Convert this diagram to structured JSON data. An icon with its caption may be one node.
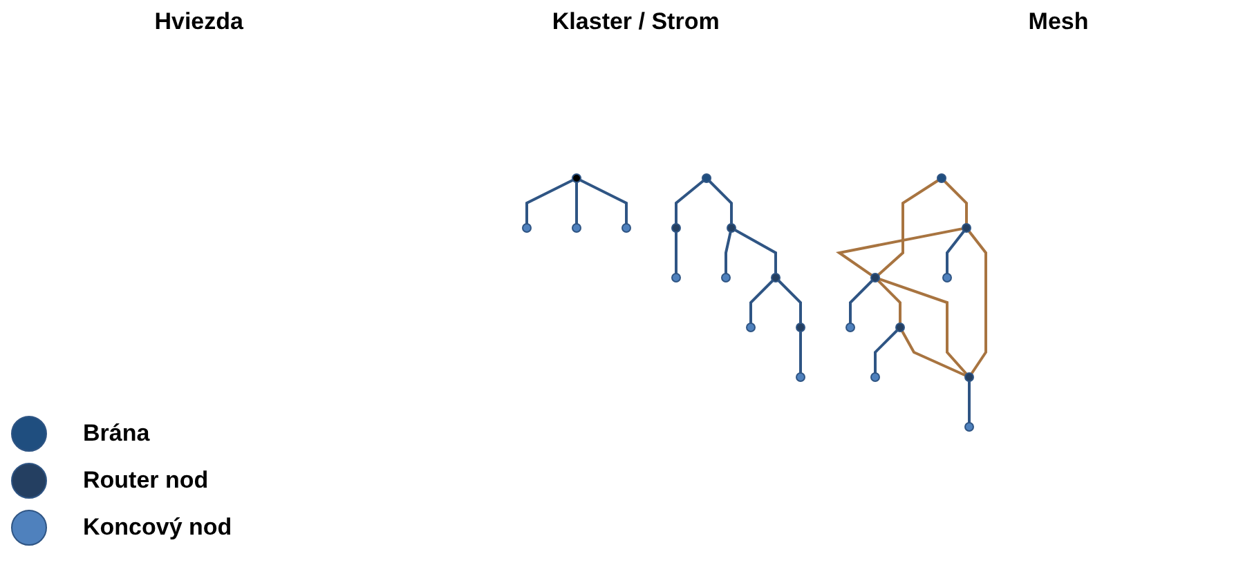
{
  "diagram": {
    "nodes": [
      {
        "text": [],
        "shape": "circle"
      },
      {
        "text": [],
        "shape": "circle"
      },
      {
        "text": [],
        "shape": "circle"
      },
      {
        "text": [],
        "shape": "circle"
      },
      {
        "text": [],
        "shape": "circle"
      },
      {
        "text": [],
        "shape": "circle"
      },
      {
        "text": [],
        "shape": "circle"
      },
      {
        "text": [],
        "shape": "circle"
      },
      {
        "text": [],
        "shape": "circle"
      },
      {
        "text": [],
        "shape": "circle"
      },
      {
        "text": [],
        "shape": "circle"
      },
      {
        "text": [],
        "shape": "circle"
      },
      {
        "text": [],
        "shape": "circle"
      },
      {
        "text": [],
        "shape": "circle"
      },
      {
        "text": [],
        "shape": "circle"
      },
      {
        "text": [],
        "shape": "circle"
      },
      {
        "text": [],
        "shape": "circle"
      },
      {
        "text": [],
        "shape": "circle"
      },
      {
        "text": [],
        "shape": "circle"
      },
      {
        "text": [],
        "shape": "circle"
      },
      {
        "text": [],
        "shape": "circle"
      },
      {
        "text": [],
        "shape": "circle"
      }
    ],
    "edges": [
      {
        "from": 0,
        "to": 1,
        "arrow": "none"
      },
      {
        "from": 0,
        "to": 2,
        "arrow": "none"
      },
      {
        "from": 0,
        "to": 3,
        "arrow": "none"
      },
      {
        "from": 4,
        "to": 5,
        "arrow": "none"
      },
      {
        "from": 4,
        "to": 6,
        "arrow": "none"
      },
      {
        "from": 5,
        "to": 7,
        "arrow": "none"
      },
      {
        "from": 6,
        "to": 8,
        "arrow": "none"
      },
      {
        "from": 6,
        "to": 9,
        "arrow": "none"
      },
      {
        "from": 9,
        "to": 10,
        "arrow": "none"
      },
      {
        "from": 9,
        "to": 11,
        "arrow": "none"
      },
      {
        "from": 11,
        "to": 12,
        "arrow": "none"
      },
      {
        "from": 13,
        "to": 14,
        "arrow": "none",
        "color": "#a87440"
      },
      {
        "from": 13,
        "to": 15,
        "arrow": "none",
        "color": "#a87440"
      },
      {
        "from": 14,
        "to": 15,
        "arrow": "none",
        "color": "#a87440"
      },
      {
        "from": 14,
        "to": 17,
        "arrow": "none"
      },
      {
        "from": 15,
        "to": 16,
        "arrow": "none"
      },
      {
        "from": 14,
        "to": 20,
        "arrow": "none",
        "color": "#a87440"
      },
      {
        "from": 15,
        "to": 20,
        "arrow": "none",
        "color": "#a87440"
      },
      {
        "from": 15,
        "to": 18,
        "arrow": "none",
        "color": "#a87440"
      },
      {
        "from": 18,
        "to": 20,
        "arrow": "none",
        "color": "#a87440"
      },
      {
        "from": 18,
        "to": 19,
        "arrow": "none"
      },
      {
        "from": 20,
        "to": 21,
        "arrow": "none"
      }
    ],
    "labels": [
      "Hviezda",
      "Klaster / Strom",
      "Mesh"
    ],
    "legend": [
      {
        "text": "Brána",
        "color": "#1f4e7f"
      },
      {
        "text": "Router nod",
        "color": "#243f61"
      },
      {
        "text": "Koncový nod",
        "color": "#4f81bd"
      }
    ]
  }
}
